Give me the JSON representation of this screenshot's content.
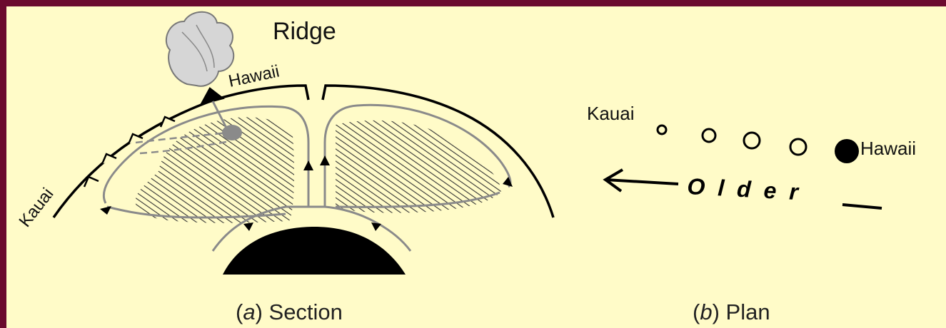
{
  "section": {
    "ridge_label": "Ridge",
    "hawaii_label": "Hawaii",
    "kauai_label": "Kauai",
    "caption_letter": "a",
    "caption_text": "Section"
  },
  "plan": {
    "kauai_label": "Kauai",
    "hawaii_label": "Hawaii",
    "older_label": "Older",
    "caption_letter": "b",
    "caption_text": "Plan"
  },
  "colors": {
    "border": "#6b0a2e",
    "background": "#fffbc8",
    "ink": "#000000",
    "flow_line": "#8a8a8a"
  }
}
